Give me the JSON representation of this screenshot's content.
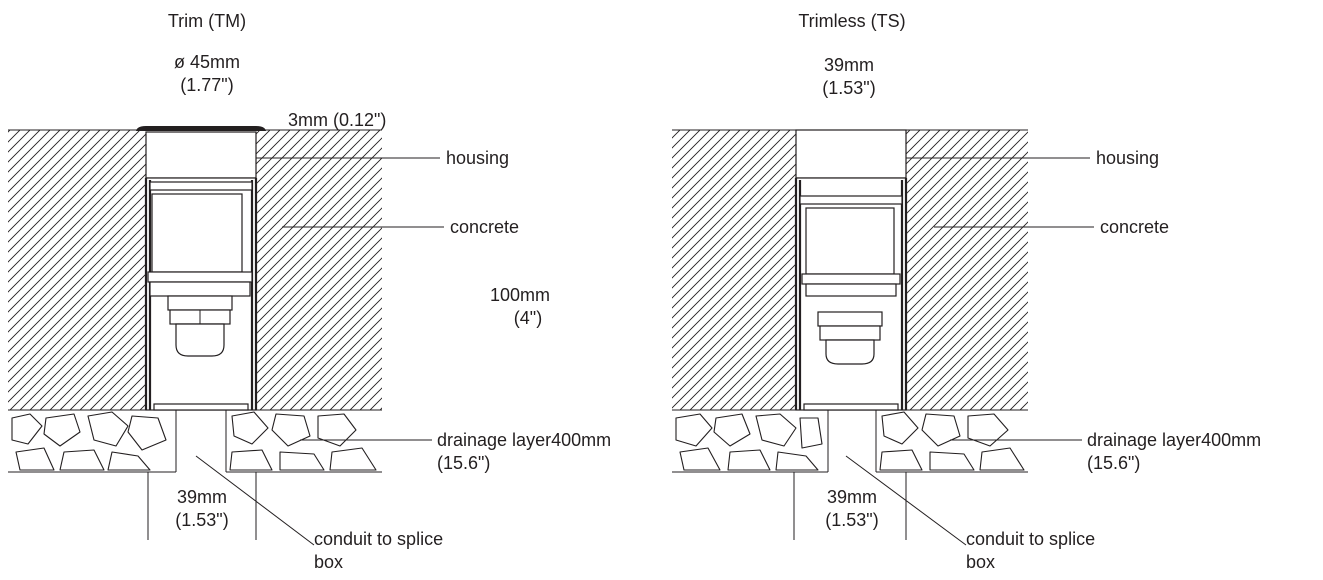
{
  "colors": {
    "ink": "#231f20",
    "background": "#ffffff"
  },
  "trim": {
    "title": "Trim (TM)",
    "diameter": "ø 45mm",
    "diameter_in": "(1.77\")",
    "flange": "3mm (0.12\")",
    "depth": "100mm",
    "depth_in": "(4\")",
    "housing": "housing",
    "concrete": "concrete",
    "drainage": "drainage layer400mm",
    "drainage_in": "(15.6\")",
    "conduit_width": "39mm",
    "conduit_width_in": "(1.53\")",
    "conduit_line1": "conduit to splice",
    "conduit_line2": "box"
  },
  "trimless": {
    "title": "Trimless (TS)",
    "width": "39mm",
    "width_in": "(1.53\")",
    "housing": "housing",
    "concrete": "concrete",
    "drainage": "drainage layer400mm",
    "drainage_in": "(15.6\")",
    "conduit_width": "39mm",
    "conduit_width_in": "(1.53\")",
    "conduit_line1": "conduit to splice",
    "conduit_line2": "box"
  }
}
